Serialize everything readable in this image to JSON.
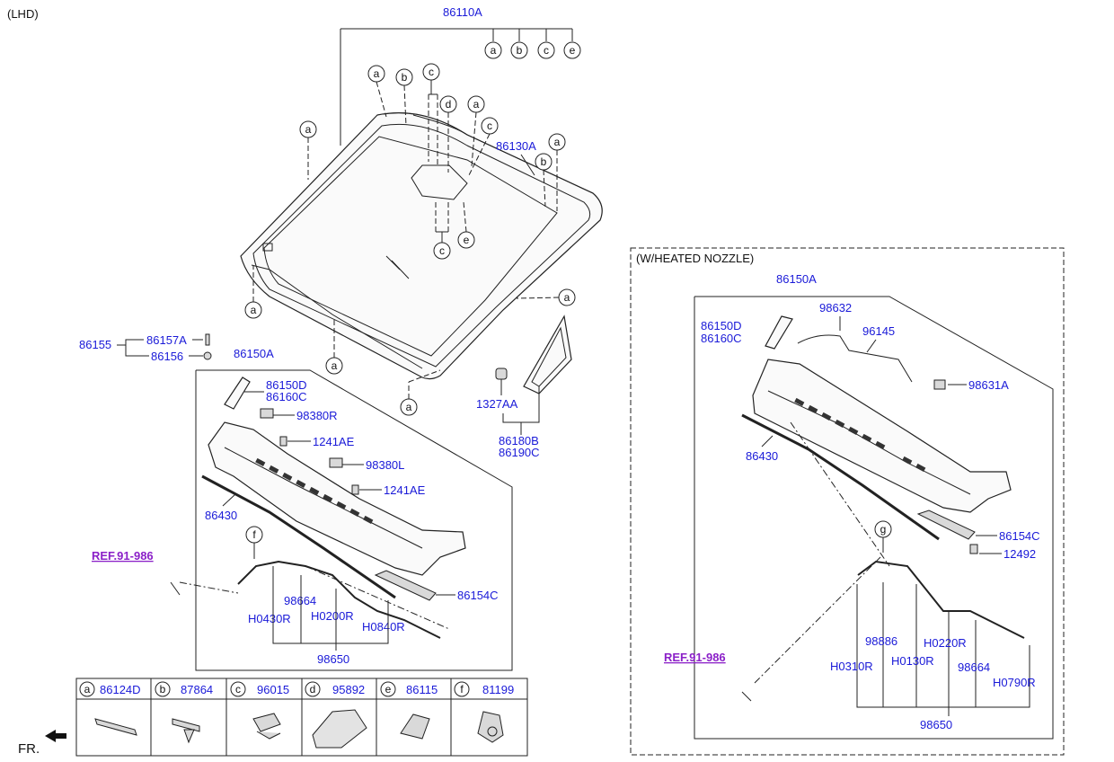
{
  "header": {
    "variant": "(LHD)"
  },
  "windshield": {
    "assembly": "86110A",
    "glass": "86130A",
    "assembly_callouts": [
      "a",
      "b",
      "c",
      "e"
    ]
  },
  "triangle_glass": {
    "clip": "1327AA",
    "rh": "86180B",
    "lh": "86190C"
  },
  "moulding_pin": {
    "group": "86155",
    "pin": "86157A",
    "clip": "86156"
  },
  "cowl_main": {
    "panel": "86150A",
    "cover_rh": "86150D",
    "cover_lh": "86160C",
    "nozzle_r": "98380R",
    "nozzle_l": "98380L",
    "screw_1": "1241AE",
    "screw_2": "1241AE",
    "weatherstrip": "86430",
    "bracket": "86154C",
    "hose_callout": "f",
    "ref": "REF.91-986",
    "hoses": {
      "connector": "98664",
      "h1": "H0430R",
      "h2": "H0200R",
      "h3": "H0840R",
      "assy": "98650"
    }
  },
  "heated": {
    "title": "(W/HEATED NOZZLE)",
    "panel": "86150A",
    "cover_rh": "86150D",
    "cover_lh": "86160C",
    "wiring": "98632",
    "harness": "96145",
    "nozzle": "98631A",
    "weatherstrip": "86430",
    "bracket": "86154C",
    "clip": "12492",
    "hose_callout": "g",
    "ref": "REF.91-986",
    "hoses": {
      "h_left": "98886",
      "h1": "H0310R",
      "h2": "H0130R",
      "h3": "H0220R",
      "connector": "98664",
      "h4": "H0790R",
      "assy": "98650"
    }
  },
  "legend": [
    {
      "key": "a",
      "part": "86124D"
    },
    {
      "key": "b",
      "part": "87864"
    },
    {
      "key": "c",
      "part": "96015"
    },
    {
      "key": "d",
      "part": "95892"
    },
    {
      "key": "e",
      "part": "86115"
    },
    {
      "key": "f",
      "part": "81199"
    }
  ],
  "direction": {
    "label": "FR."
  },
  "callouts": [
    "a",
    "b",
    "c",
    "d",
    "e"
  ]
}
